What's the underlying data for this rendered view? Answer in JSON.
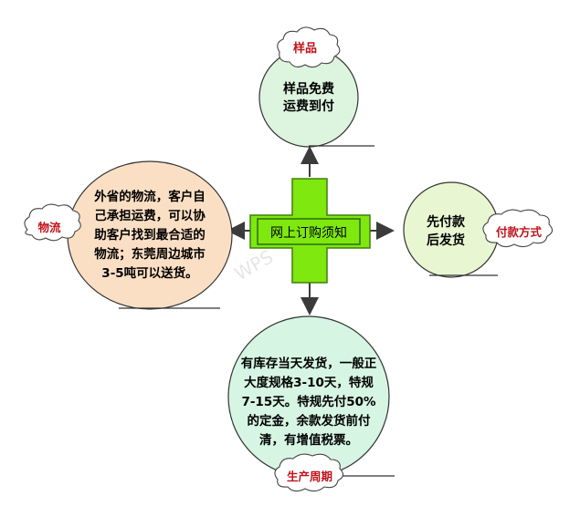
{
  "center": {
    "label": "网上订购须知"
  },
  "top": {
    "tag": "样品",
    "lines": [
      "样品免费",
      "运费到付"
    ],
    "fill_color": "#ddf5df"
  },
  "left": {
    "tag": "物流",
    "lines": [
      "外省的物流，客户自",
      "己承担运费，可以协",
      "助客户找到最合适的",
      "物流；东莞周边城市",
      "3-5吨可以送货。"
    ],
    "fill_color": "#fbdfc4"
  },
  "right": {
    "tag": "付款方式",
    "lines": [
      "先付款",
      "后发货"
    ],
    "fill_color": "#e8f7d2"
  },
  "bottom": {
    "tag": "生产周期",
    "lines": [
      "有库存当天发货，一般正",
      "大度规格3-10天，特规",
      "7-15天。特规先付50%",
      "的定金，余款发货前付",
      "清，有增值税票。"
    ],
    "fill_color": "#d7f5e3"
  },
  "watermark": {
    "text": "WPS"
  },
  "colors": {
    "cross": "#7ee80f",
    "cross_border": "#3f7f0c",
    "center_box": "#7ee80f",
    "tag_text": "#c0121b",
    "arrow": "#3b3b3b"
  }
}
